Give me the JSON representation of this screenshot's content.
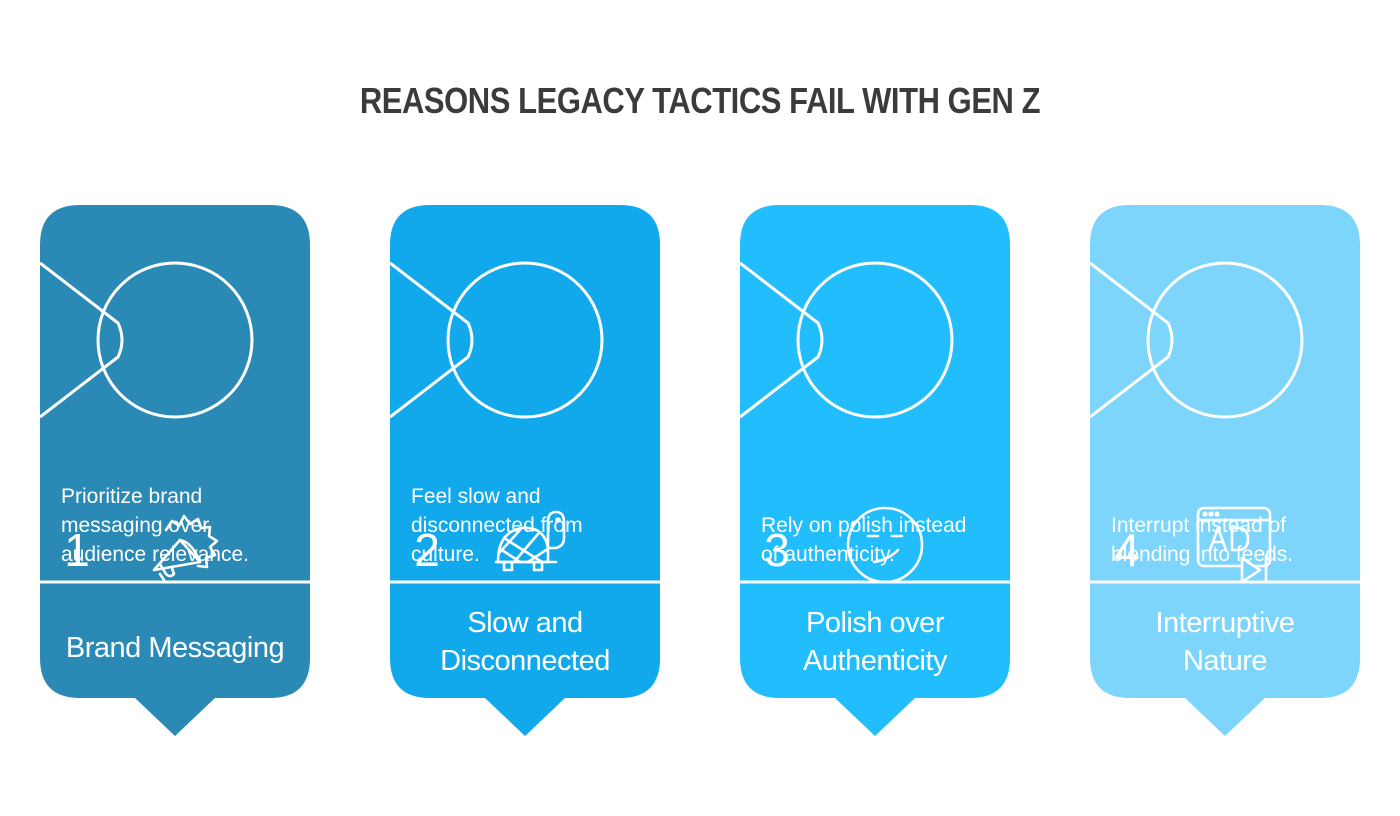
{
  "title": "Reasons Legacy Tactics Fail with Gen Z",
  "cards": [
    {
      "number": "1",
      "icon": "megaphone-icon",
      "description": "Prioritize brand messaging over audience relevance.",
      "label": "Brand Messaging",
      "color": "#2a8ab5"
    },
    {
      "number": "2",
      "icon": "turtle-icon",
      "description": "Feel slow and disconnected from culture.",
      "label": "Slow and Disconnected",
      "color": "#11a9ec"
    },
    {
      "number": "3",
      "icon": "smirk-face-icon",
      "description": "Rely on polish instead of authenticity.",
      "label": "Polish over Authenticity",
      "color": "#22bdfc"
    },
    {
      "number": "4",
      "icon": "ad-video-icon",
      "description": "Interrupt instead of blending into feeds.",
      "label": "Interruptive Nature",
      "color": "#7dd5fc"
    }
  ]
}
